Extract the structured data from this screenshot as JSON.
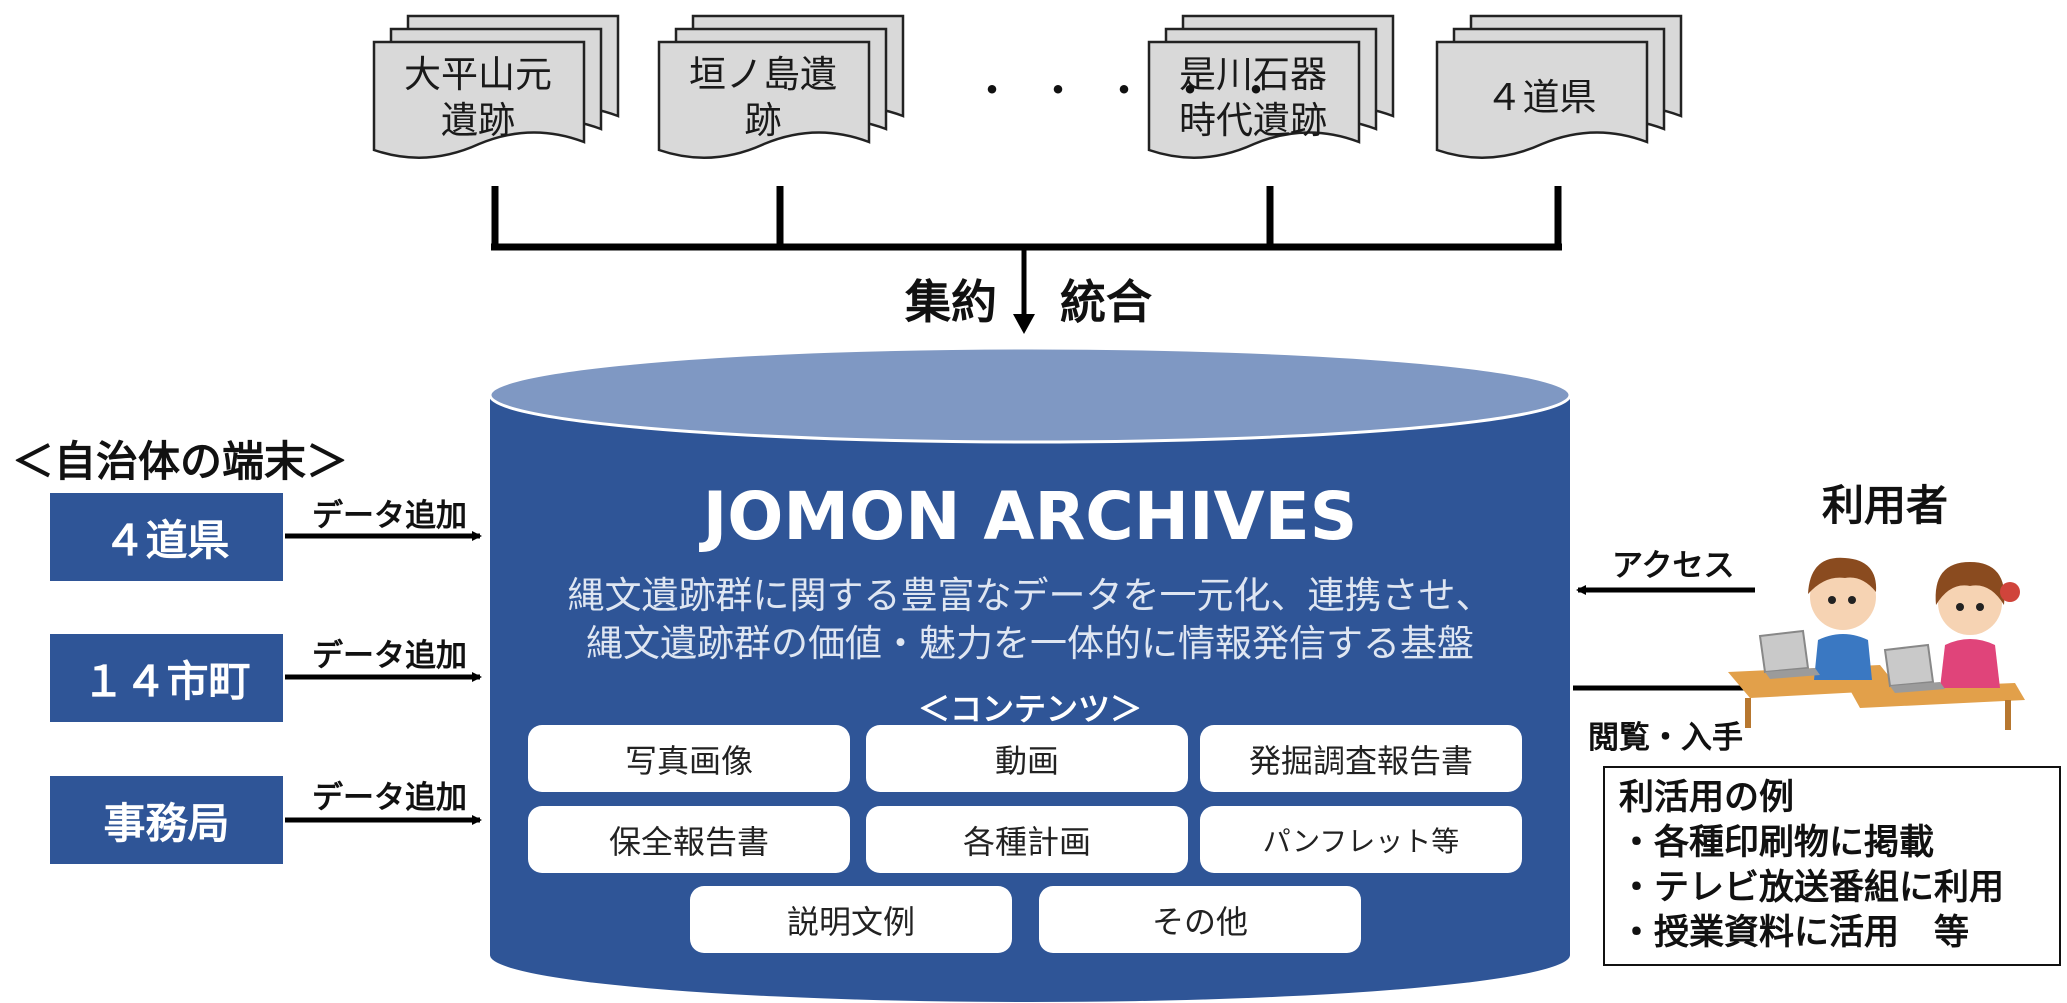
{
  "sources": [
    {
      "label": "大平山元\n遺跡"
    },
    {
      "label": "垣ノ島遺\n跡"
    },
    {
      "label": "是川石器\n時代遺跡"
    },
    {
      "label": "４道県"
    }
  ],
  "ellipsis": "・・・・・",
  "aggregate": {
    "left": "集約",
    "right": "統合"
  },
  "terminals": {
    "title": "＜自治体の端末＞",
    "boxes": [
      {
        "label": "４道県",
        "arrow_label": "データ追加"
      },
      {
        "label": "１４市町",
        "arrow_label": "データ追加"
      },
      {
        "label": "事務局",
        "arrow_label": "データ追加"
      }
    ]
  },
  "database": {
    "title": "JOMON ARCHIVES",
    "subtitle_line1": "縄文遺跡群に関する豊富なデータを一元化、連携させ、",
    "subtitle_line2": "縄文遺跡群の価値・魅力を一体的に情報発信する基盤",
    "contents_title": "＜コンテンツ＞",
    "contents": [
      "写真画像",
      "動画",
      "発掘調査報告書",
      "保全報告書",
      "各種計画",
      "パンフレット等",
      "説明文例",
      "その他"
    ]
  },
  "user": {
    "title": "利用者",
    "access_label": "アクセス",
    "browse_label": "閲覧・入手"
  },
  "usage": {
    "title": "利活用の例",
    "items": [
      "・各種印刷物に掲載",
      "・テレビ放送番組に利用",
      "・授業資料に活用　等"
    ]
  },
  "colors": {
    "db_blue": "#2f5597",
    "db_top": "#7f98c3",
    "doc_fill": "#d9d9d9"
  }
}
